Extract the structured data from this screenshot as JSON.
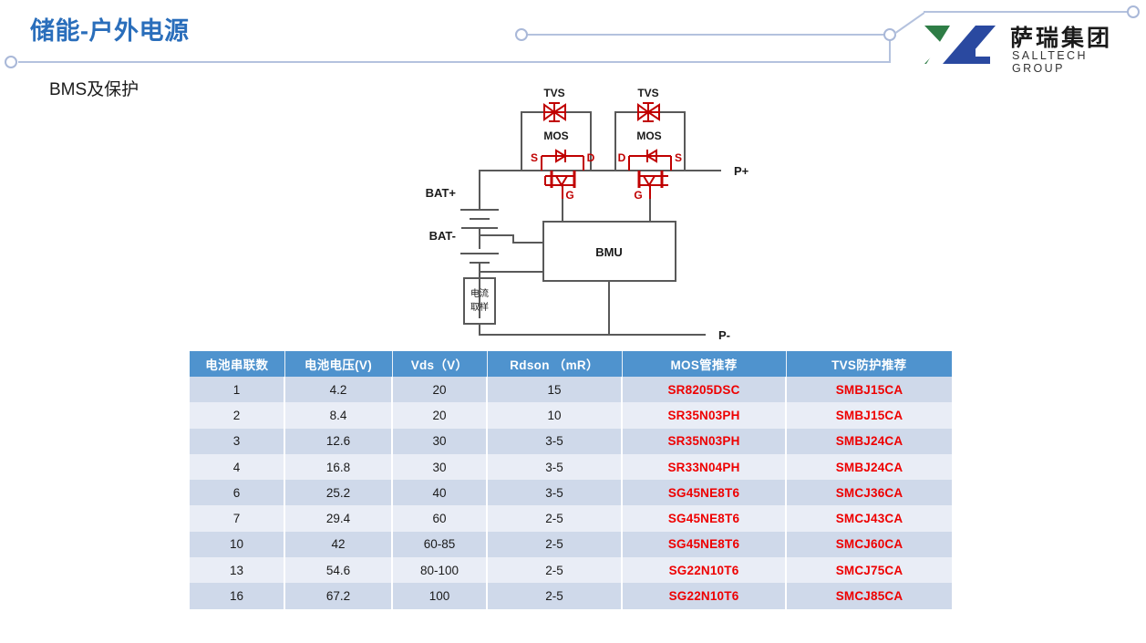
{
  "header": {
    "title": "储能-户外电源",
    "title_color": "#2a6ebb",
    "decor_color": "#b4c2de"
  },
  "logo": {
    "name_cn": "萨瑞集团",
    "name_en": "SALLTECH GROUP",
    "mark_green": "#2e7d46",
    "mark_blue": "#2a49a0"
  },
  "subtitle": "BMS及保护",
  "circuit": {
    "labels": {
      "tvs_left": "TVS",
      "tvs_right": "TVS",
      "mos_left": "MOS",
      "mos_right": "MOS",
      "s_left": "S",
      "d_left": "D",
      "g_left": "G",
      "d_right": "D",
      "s_right": "S",
      "g_right": "G",
      "bat_plus": "BAT+",
      "bat_minus": "BAT-",
      "p_plus": "P+",
      "p_minus": "P-",
      "bmu": "BMU",
      "shunt_line1": "电流",
      "shunt_line2": "取样"
    },
    "wire_color": "#595959",
    "device_color": "#c00000"
  },
  "table": {
    "columns": [
      "电池串联数",
      "电池电压(V)",
      "Vds（V）",
      "Rdson （mR）",
      "MOS管推荐",
      "TVS防护推荐"
    ],
    "header_bg": "#4f93ce",
    "row_bg_odd": "#cfd9ea",
    "row_bg_even": "#e9edf6",
    "part_color": "#ee0000",
    "rows": [
      {
        "series": "1",
        "voltage": "4.2",
        "vds": "20",
        "rdson": "15",
        "mos": "SR8205DSC",
        "tvs": "SMBJ15CA"
      },
      {
        "series": "2",
        "voltage": "8.4",
        "vds": "20",
        "rdson": "10",
        "mos": "SR35N03PH",
        "tvs": "SMBJ15CA"
      },
      {
        "series": "3",
        "voltage": "12.6",
        "vds": "30",
        "rdson": "3-5",
        "mos": "SR35N03PH",
        "tvs": "SMBJ24CA"
      },
      {
        "series": "4",
        "voltage": "16.8",
        "vds": "30",
        "rdson": "3-5",
        "mos": "SR33N04PH",
        "tvs": "SMBJ24CA"
      },
      {
        "series": "6",
        "voltage": "25.2",
        "vds": "40",
        "rdson": "3-5",
        "mos": "SG45NE8T6",
        "tvs": "SMCJ36CA"
      },
      {
        "series": "7",
        "voltage": "29.4",
        "vds": "60",
        "rdson": "2-5",
        "mos": "SG45NE8T6",
        "tvs": "SMCJ43CA"
      },
      {
        "series": "10",
        "voltage": "42",
        "vds": "60-85",
        "rdson": "2-5",
        "mos": "SG45NE8T6",
        "tvs": "SMCJ60CA"
      },
      {
        "series": "13",
        "voltage": "54.6",
        "vds": "80-100",
        "rdson": "2-5",
        "mos": "SG22N10T6",
        "tvs": "SMCJ75CA"
      },
      {
        "series": "16",
        "voltage": "67.2",
        "vds": "100",
        "rdson": "2-5",
        "mos": "SG22N10T6",
        "tvs": "SMCJ85CA"
      }
    ]
  }
}
